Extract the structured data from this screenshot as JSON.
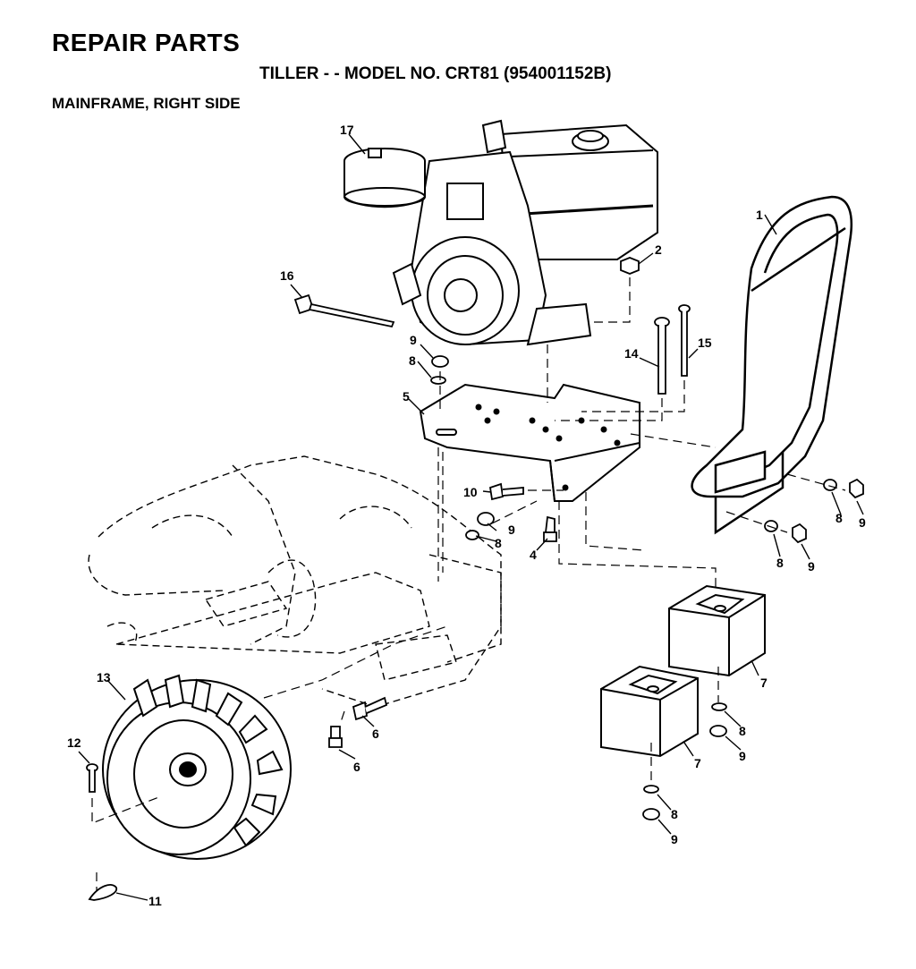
{
  "header": {
    "title": "REPAIR PARTS",
    "subtitle": "TILLER - - MODEL NO. CRT81 (954001152B)",
    "section": "MAINFRAME, RIGHT SIDE"
  },
  "callouts": {
    "c1": "1",
    "c2": "2",
    "c4": "4",
    "c5": "5",
    "c6": "6",
    "c7": "7",
    "c8": "8",
    "c9": "9",
    "c10": "10",
    "c11": "11",
    "c12": "12",
    "c13": "13",
    "c14": "14",
    "c15": "15",
    "c16": "16",
    "c17": "17"
  }
}
